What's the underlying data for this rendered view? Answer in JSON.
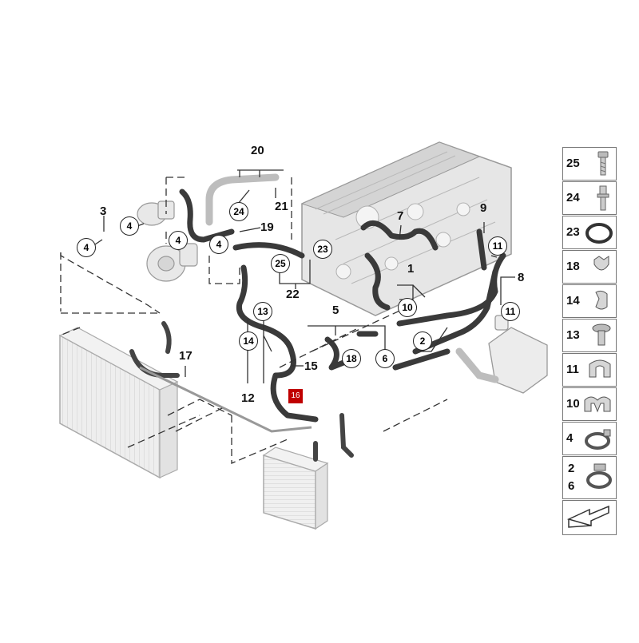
{
  "callouts": {
    "c20": "20",
    "c21": "21",
    "c24": "24",
    "c19": "19",
    "c3": "3",
    "c4a": "4",
    "c4b": "4",
    "c4c": "4",
    "c4d": "4",
    "c25": "25",
    "c23": "23",
    "c22": "22",
    "c7": "7",
    "c9": "9",
    "c11a": "11",
    "c11b": "11",
    "c8": "8",
    "c1": "1",
    "c10": "10",
    "c5": "5",
    "c13": "13",
    "c14": "14",
    "c15": "15",
    "c18": "18",
    "c6": "6",
    "c2": "2",
    "c17": "17",
    "c12": "12",
    "c16": "16"
  },
  "highlight_color": "#c00000",
  "legend": {
    "items": [
      {
        "label": "25",
        "icon": "bolt-icon"
      },
      {
        "label": "24",
        "icon": "stud-bolt-icon"
      },
      {
        "label": "23",
        "icon": "o-ring-icon"
      },
      {
        "label": "18",
        "icon": "spring-clip-icon"
      },
      {
        "label": "14",
        "icon": "hose-clip-icon"
      },
      {
        "label": "13",
        "icon": "expanding-rivet-icon"
      },
      {
        "label": "11",
        "icon": "hose-holder-icon"
      },
      {
        "label": "10",
        "icon": "double-hose-holder-icon"
      },
      {
        "label": "4",
        "icon": "hose-clamp-icon"
      }
    ],
    "combo_top": "2",
    "combo_bottom": "6",
    "combo_icon": "spring-band-clamp-icon",
    "arrow_icon": "direction-arrow-icon"
  }
}
